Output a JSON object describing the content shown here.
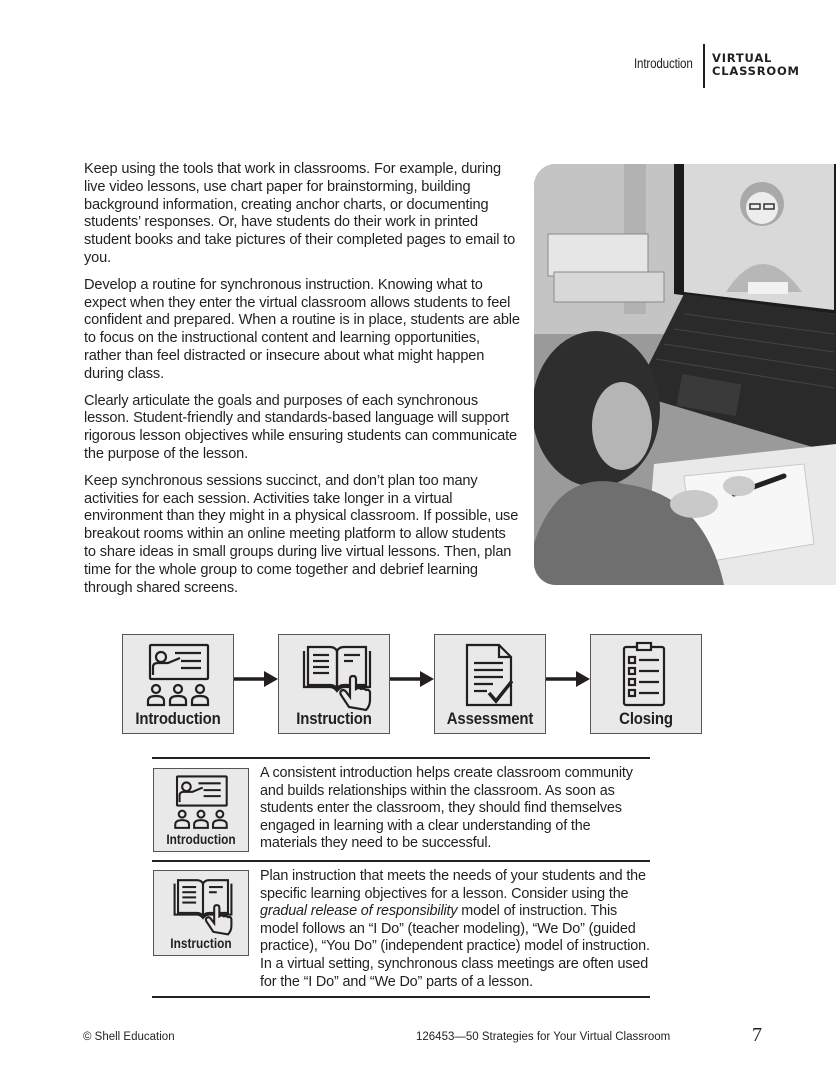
{
  "header": {
    "section": "Introduction",
    "brand_line1": "VIRTUAL",
    "brand_line2": "CLASSROOM"
  },
  "body": {
    "paragraphs": [
      "Keep using the tools that work in classrooms. For example, during live video lessons, use chart paper for brainstorming, building background information, creating anchor charts, or documenting students’ responses. Or, have students do their work in printed student books and take pictures of their completed pages to email to you.",
      "Develop a routine for synchronous instruction. Knowing what to expect when they enter the virtual classroom allows students to feel confident and prepared. When a routine is in place, students are able to focus on the instructional content and learning opportunities, rather than feel distracted or insecure about what might happen during class.",
      "Clearly articulate the goals and purposes of each synchronous lesson. Student-friendly and standards-based language will support rigorous lesson objectives while ensuring students can communicate the purpose of the lesson.",
      "Keep synchronous sessions succinct, and don’t plan too many activities for each session. Activities take longer in a virtual environment than they might in a physical classroom. If possible, use breakout rooms within an online meeting platform to allow students to share ideas in small groups during live virtual lessons. Then, plan time for the whole group to come together and debrief learning through shared screens."
    ]
  },
  "flow": {
    "steps": [
      {
        "label": "Introduction",
        "icon": "teacher-presenting-icon"
      },
      {
        "label": "Instruction",
        "icon": "book-pointer-icon"
      },
      {
        "label": "Assessment",
        "icon": "document-check-icon"
      },
      {
        "label": "Closing",
        "icon": "checklist-icon"
      }
    ]
  },
  "table": {
    "rows": [
      {
        "icon": "teacher-presenting-icon",
        "label": "Introduction",
        "text": "A consistent introduction helps create classroom community and builds relationships within the classroom. As soon as students enter the classroom, they should find themselves engaged in learning with a clear understanding of the materials they need to be successful."
      },
      {
        "icon": "book-pointer-icon",
        "label": "Instruction",
        "text_before": "Plan instruction that meets the needs of your students and the specific learning objectives for a lesson. Consider using the ",
        "text_italic": "gradual release of responsibility",
        "text_after": " model of instruction. This model follows an “I Do” (teacher modeling), “We Do” (guided practice), “You Do” (independent practice) model of instruction. In a virtual setting, synchronous class meetings are often used for the “I Do” and “We Do” parts of a lesson."
      }
    ]
  },
  "footer": {
    "copyright": "© Shell Education",
    "book": "126453—50 Strategies for Your Virtual Classroom",
    "page_number": "7"
  }
}
